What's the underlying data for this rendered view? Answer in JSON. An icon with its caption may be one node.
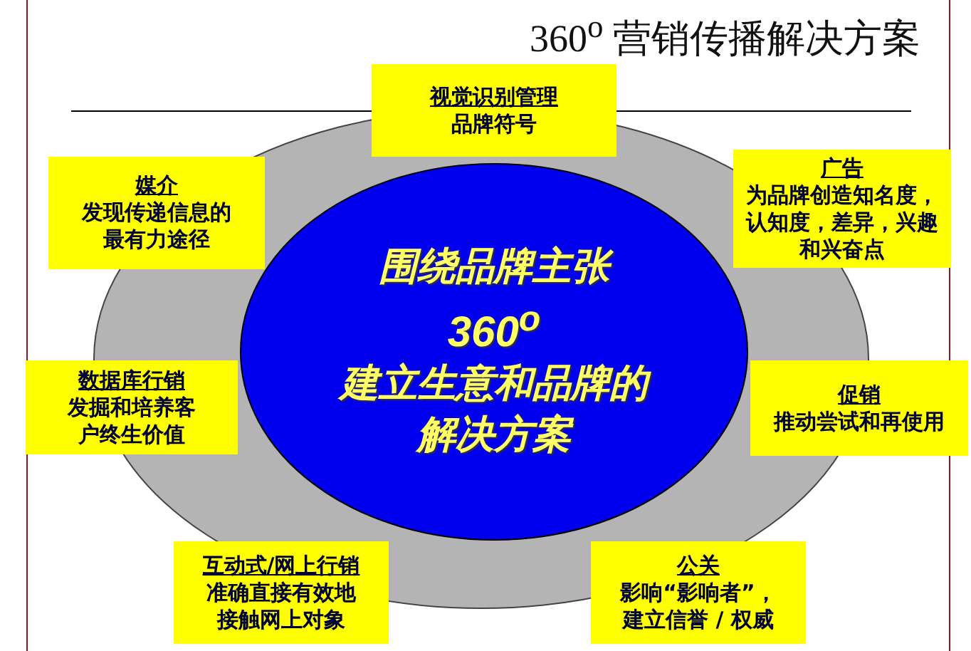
{
  "diagram": {
    "title": "360$^{o}$ 营销传播解决方案",
    "nodes": [
      {
        "text": [
          "围绕品牌主张",
          "360$^{o}$",
          "建立生意和品牌的解决方案"
        ]
      },
      {
        "text": [
          "视觉识别管理",
          "品牌符号"
        ]
      },
      {
        "text": [
          "媒介",
          "发现传递信息的最有力途径"
        ]
      },
      {
        "text": [
          "广告",
          "为品牌创造知名度，认知度，差异，兴趣和兴奋点"
        ]
      },
      {
        "text": [
          "数据库行销",
          "发掘和培养客户终生价值"
        ]
      },
      {
        "text": [
          "促销",
          "推动尝试和再使用"
        ]
      },
      {
        "text": [
          "互动式/网上行销",
          "准确直接有效地接触网上对象"
        ]
      },
      {
        "text": [
          "公关",
          "影响“影响者”，建立信誉 / 权威"
        ]
      }
    ]
  }
}
